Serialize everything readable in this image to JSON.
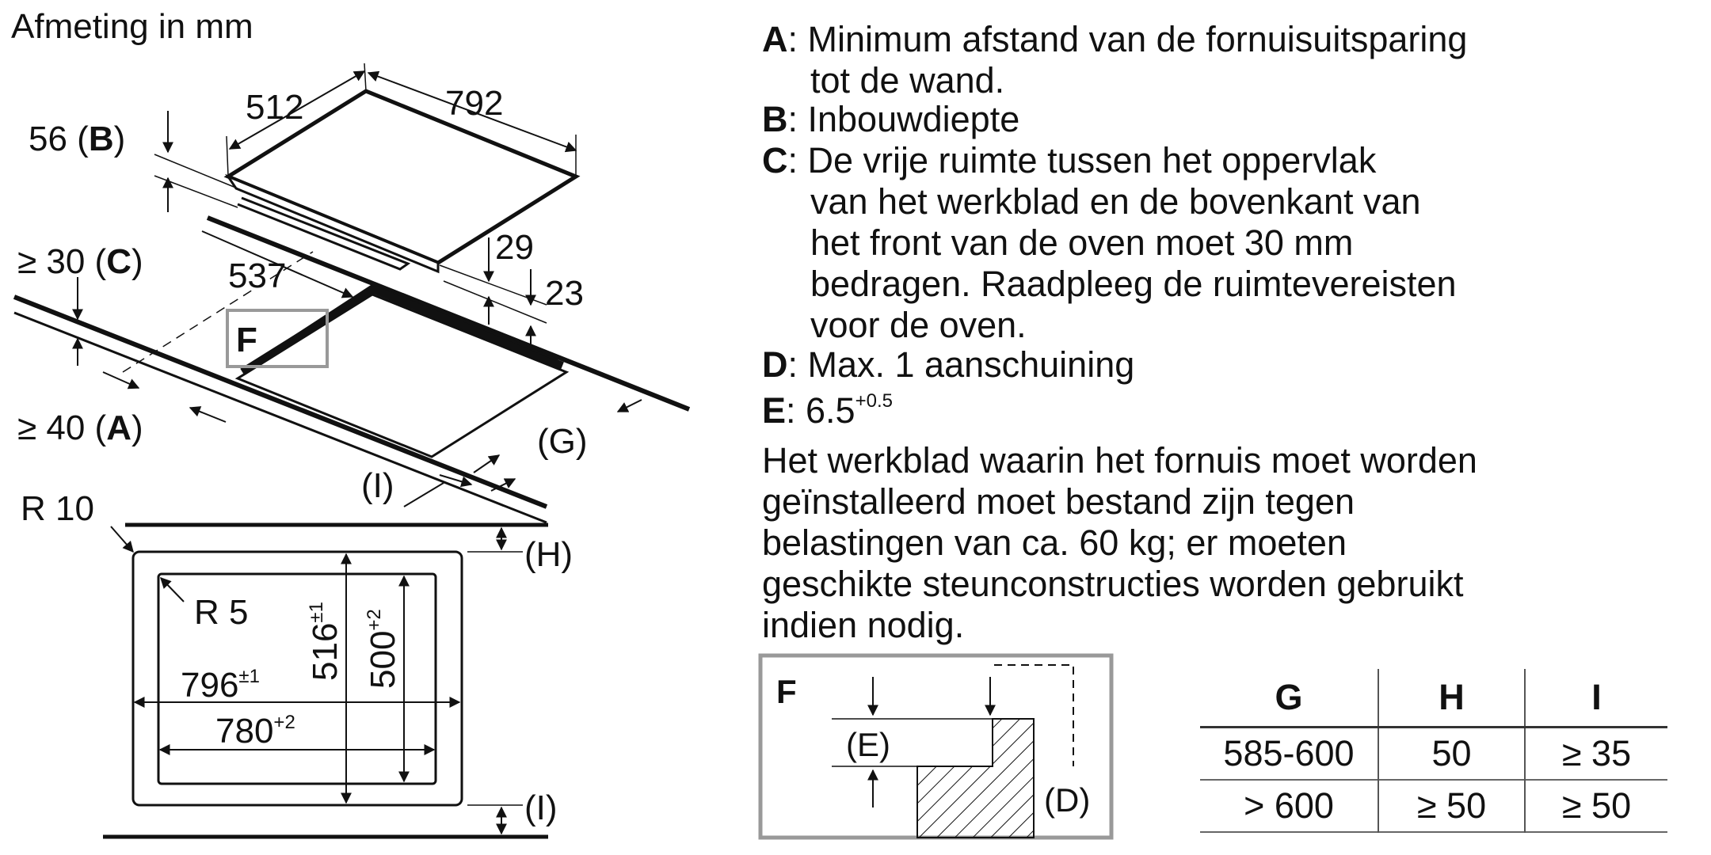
{
  "unit_title": "Afmeting in mm",
  "dims": {
    "depth": "512",
    "width": "792",
    "b": "56 (",
    "b_letter": "B",
    "c": "≥ 30 (",
    "c_letter": "C",
    "a": "≥ 40 (",
    "a_letter": "A",
    "d537": "537",
    "d29": "29",
    "d23": "23",
    "g": "(G)",
    "i": "(I)",
    "f": "F",
    "r10": "R 10",
    "r5": "R 5",
    "w796": "796",
    "w796_tol": "±1",
    "w780": "780",
    "w780_tol": "+2",
    "h516": "516",
    "h516_tol": "±1",
    "h500": "500",
    "h500_tol": "+2",
    "h_label": "(H)",
    "i_label": "(I)",
    "e_label": "(E)",
    "d_label": "(D)",
    "detail_f": "F"
  },
  "legend": {
    "a_key": "A",
    "a_text": ": Minimum afstand van de fornuisuitsparing",
    "a_text2": "tot de wand.",
    "b_key": "B",
    "b_text": ": Inbouwdiepte",
    "c_key": "C",
    "c_text": ": De vrije ruimte tussen het oppervlak",
    "c_text2": "van het werkblad en de bovenkant van",
    "c_text3": "het front van de oven moet 30 mm",
    "c_text4": "bedragen. Raadpleeg de ruimtevereisten",
    "c_text5": "voor de oven.",
    "d_key": "D",
    "d_text": ": Max. 1 aanschuining",
    "e_key": "E",
    "e_text": ": 6.5",
    "e_sup": "+0.5"
  },
  "note": [
    "Het werkblad waarin het fornuis moet worden",
    "geïnstalleerd moet bestand zijn tegen",
    "belastingen van ca. 60 kg; er moeten",
    "geschikte steunconstructies worden gebruikt",
    "indien nodig."
  ],
  "table": {
    "headers": [
      "G",
      "H",
      "I"
    ],
    "rows": [
      [
        "585-600",
        "50",
        "≥ 35"
      ],
      [
        "> 600",
        "≥ 50",
        "≥ 50"
      ]
    ]
  }
}
